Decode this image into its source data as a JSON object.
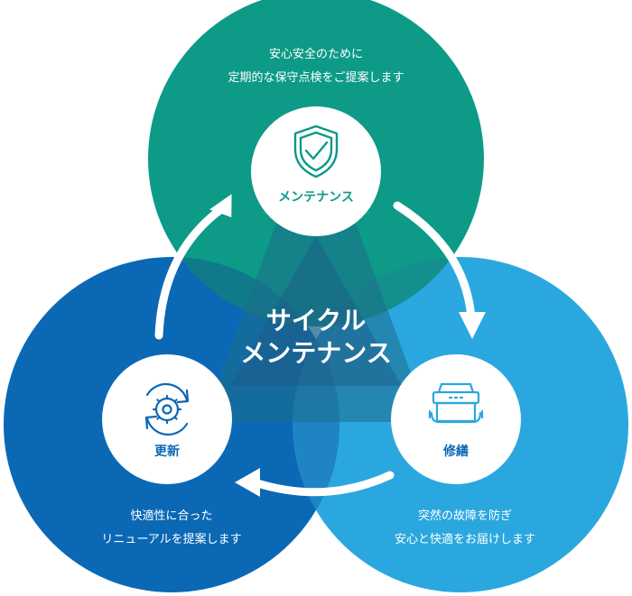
{
  "center": {
    "line1": "サイクル",
    "line2": "メンテナンス"
  },
  "nodes": {
    "top": {
      "label": "メンテナンス",
      "icon": "shield-check-icon",
      "caption": [
        "安心安全のために",
        "定期的な保守点検をご提案します"
      ],
      "circle_color": "#0d9a87"
    },
    "right": {
      "label": "修繕",
      "icon": "toolbox-icon",
      "caption": [
        "突然の故障を防ぎ",
        "安心と快適をお届けします"
      ],
      "circle_color": "#2ba7df"
    },
    "left": {
      "label": "更新",
      "icon": "gear-refresh-icon",
      "caption": [
        "快適性に合った",
        "リニューアルを提案します"
      ],
      "circle_color": "#0b68b5"
    }
  },
  "colors": {
    "center_triangle": "#1f5e85",
    "label_top": "#0d9a87",
    "label_side": "#0b68b5"
  }
}
